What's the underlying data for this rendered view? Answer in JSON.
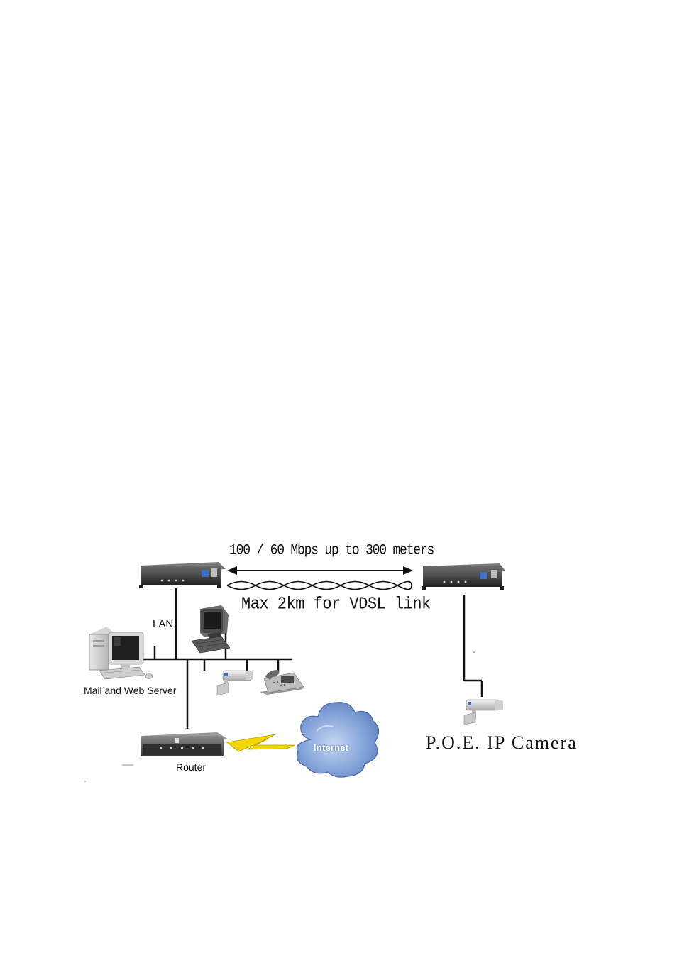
{
  "diagram": {
    "link_speed_label": "100 / 60 Mbps up to 300 meters",
    "link_distance_label": "Max 2km for VDSL link",
    "lan_label": "LAN",
    "server_label": "Mail and Web Server",
    "router_label": "Router",
    "internet_label": "Internet",
    "camera_label": "P.O.E. IP Camera"
  },
  "icons": {
    "vdsl_converter_left": "network-device-icon",
    "vdsl_converter_right": "network-device-icon",
    "desktop_server": "desktop-computer-icon",
    "workstation": "crt-monitor-icon",
    "lan_camera": "security-camera-icon",
    "ip_phone": "telephone-icon",
    "router": "router-icon",
    "internet_cloud": "cloud-icon",
    "poe_camera": "security-camera-icon",
    "lightning_link": "lightning-bolt-icon"
  },
  "colors": {
    "device_body": "#3a3a3a",
    "cloud_blue": "#6f93cf",
    "lightning_yellow": "#f1d600",
    "line": "#111111"
  }
}
